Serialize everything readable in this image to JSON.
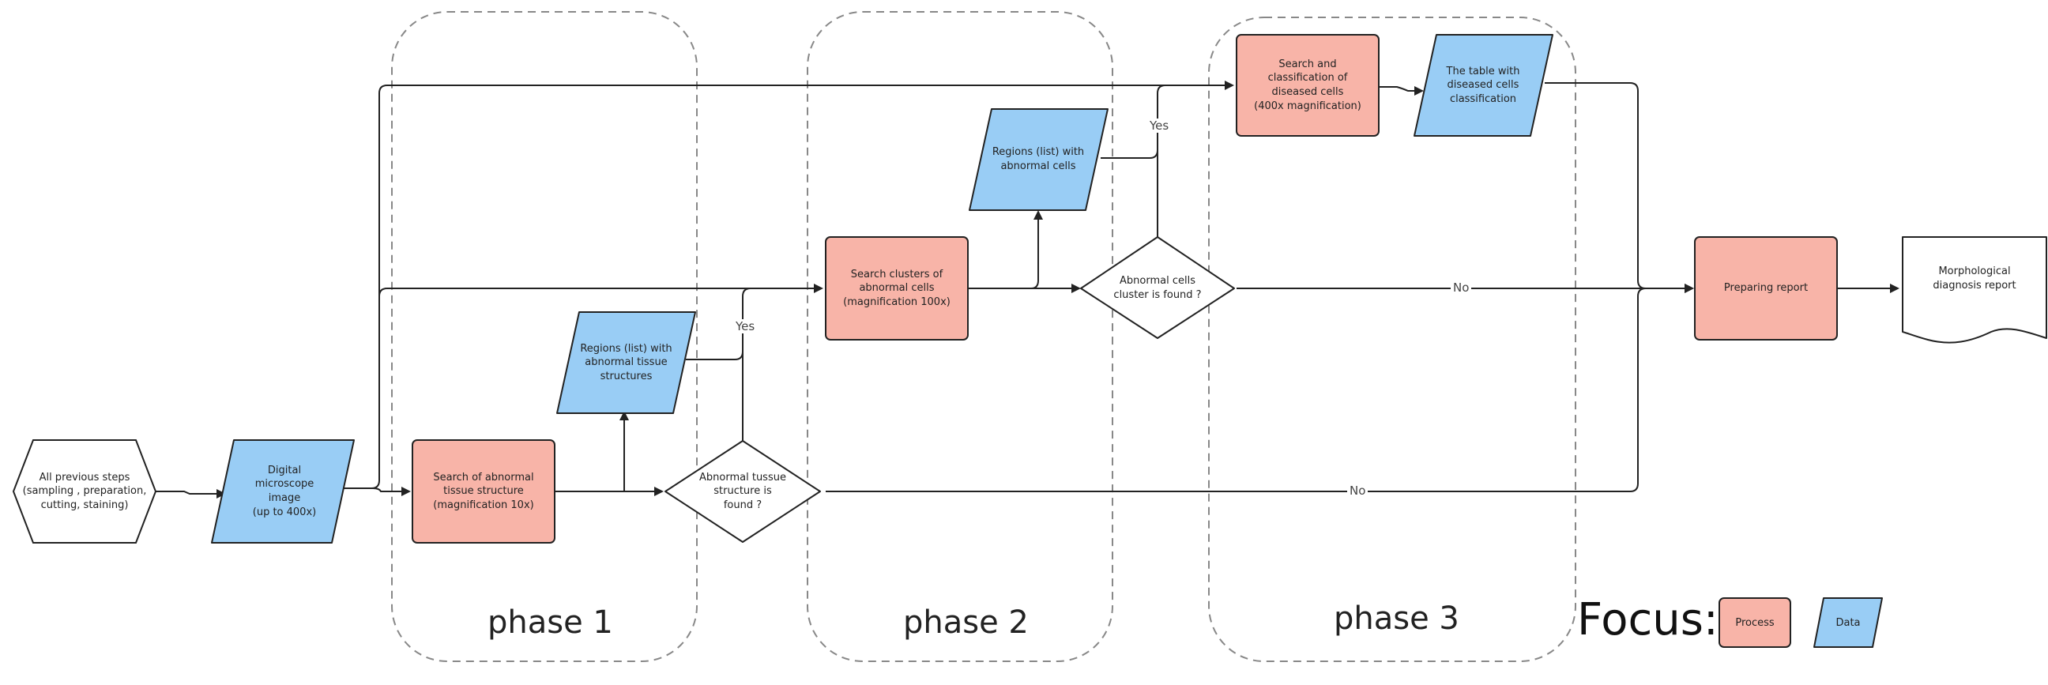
{
  "phases": [
    "phase 1",
    "phase 2",
    "phase 3"
  ],
  "nodes": {
    "start": "All previous steps\n(sampling , preparation,\ncutting, staining)",
    "image": "Digital\nmicroscope\nimage\n(up to 400x)",
    "search10": "Search of abnormal\ntissue structure\n(magnification 10x)",
    "regions_tissue": "Regions (list) with\nabnormal tissue\nstructures",
    "decision1": "Abnormal tussue\nstructure is\nfound ?",
    "search100": "Search clusters of\nabnormal cells\n(magnification 100x)",
    "regions_cells": "Regions (list) with\nabnormal cells",
    "decision2": "Abnormal cells\ncluster is found ?",
    "search400": "Search and\nclassification of\ndiseased cells\n(400x magnification)",
    "table": "The table with\ndiseased cells\nclassification",
    "report_proc": "Preparing report",
    "report_doc": "Morphological\ndiagnosis report"
  },
  "edge_labels": {
    "yes1": "Yes",
    "yes2": "Yes",
    "no1": "No",
    "no2": "No"
  },
  "legend": {
    "title": "Focus:",
    "process": "Process",
    "data": "Data"
  },
  "colors": {
    "process": "#f8b4a8",
    "data": "#99cdf5",
    "stroke": "#222222",
    "dash": "#888888"
  }
}
